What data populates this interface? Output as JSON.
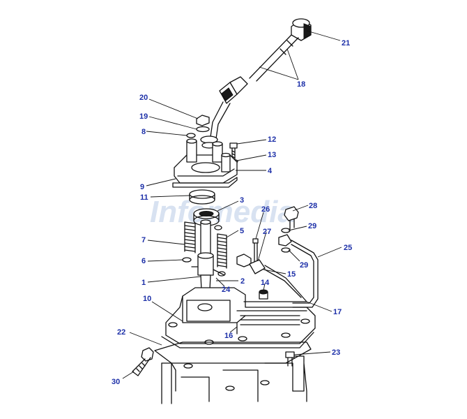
{
  "watermark": "Infomedia",
  "label_color": "#1c2fa8",
  "callouts": [
    {
      "id": "21",
      "label": "21"
    },
    {
      "id": "18",
      "label": "18"
    },
    {
      "id": "20",
      "label": "20"
    },
    {
      "id": "19",
      "label": "19"
    },
    {
      "id": "8",
      "label": "8"
    },
    {
      "id": "12",
      "label": "12"
    },
    {
      "id": "13",
      "label": "13"
    },
    {
      "id": "4",
      "label": "4"
    },
    {
      "id": "9",
      "label": "9"
    },
    {
      "id": "11",
      "label": "11"
    },
    {
      "id": "3",
      "label": "3"
    },
    {
      "id": "28",
      "label": "28"
    },
    {
      "id": "26",
      "label": "26"
    },
    {
      "id": "29a",
      "label": "29"
    },
    {
      "id": "5",
      "label": "5"
    },
    {
      "id": "7",
      "label": "7"
    },
    {
      "id": "27",
      "label": "27"
    },
    {
      "id": "25",
      "label": "25"
    },
    {
      "id": "6",
      "label": "6"
    },
    {
      "id": "29b",
      "label": "29"
    },
    {
      "id": "15",
      "label": "15"
    },
    {
      "id": "1",
      "label": "1"
    },
    {
      "id": "2",
      "label": "2"
    },
    {
      "id": "24",
      "label": "24"
    },
    {
      "id": "14",
      "label": "14"
    },
    {
      "id": "10",
      "label": "10"
    },
    {
      "id": "17",
      "label": "17"
    },
    {
      "id": "16",
      "label": "16"
    },
    {
      "id": "22",
      "label": "22"
    },
    {
      "id": "23",
      "label": "23"
    },
    {
      "id": "30",
      "label": "30"
    }
  ]
}
